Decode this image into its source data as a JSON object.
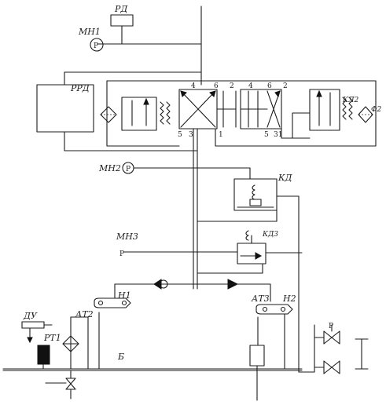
{
  "labels": {
    "rd": "РД",
    "mn1": "МН1",
    "rrd": "РРД",
    "kl2": "КЛ2",
    "f2": "Ф2",
    "mn2": "МН2",
    "kd": "КД",
    "mn3": "МН3",
    "kd3": "КД3",
    "n1": "Н1",
    "n2": "Н2",
    "at3": "АТ3",
    "at2": "АТ2",
    "du": "ДУ",
    "rt1": "РТ1",
    "b": "Б"
  },
  "gauge_symbol": "Р",
  "ports": {
    "p4a": "4",
    "p6a": "6",
    "p2a": "2",
    "p4b": "4",
    "p6b": "6",
    "p2b": "2",
    "p5a": "5",
    "p3": "3",
    "p1": "1",
    "p5b": "5",
    "p31": "31"
  }
}
